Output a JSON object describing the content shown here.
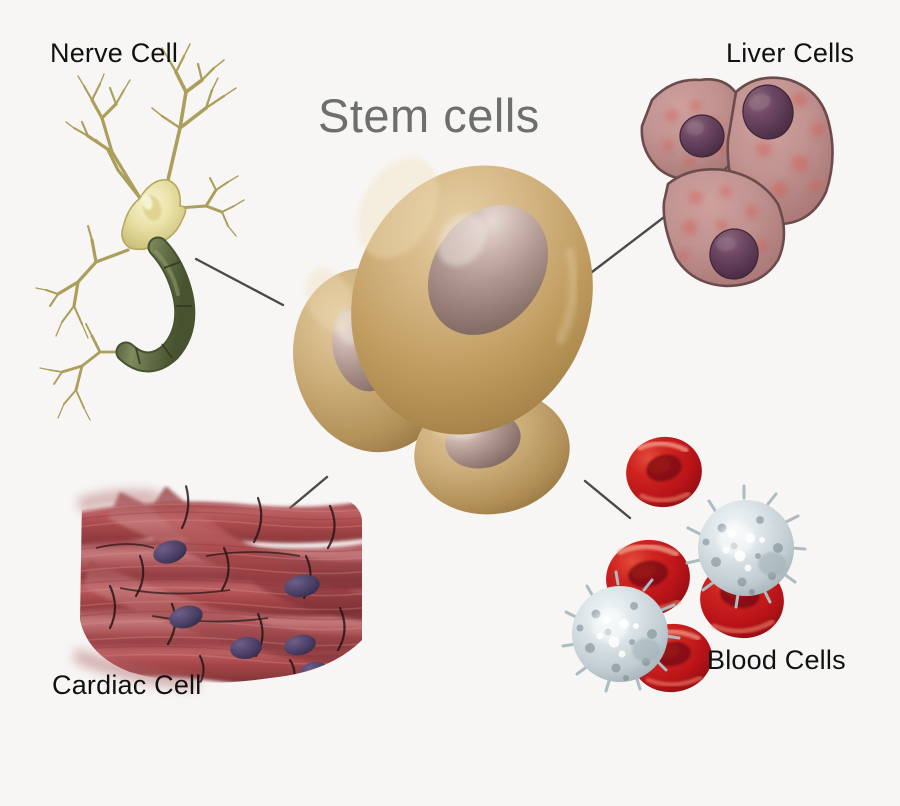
{
  "diagram": {
    "title": "Stem cells",
    "title_color": "#6e6e6e",
    "background_color": "#f7f6f5",
    "label_color": "#111111",
    "connector_color": "#4a4a4a"
  },
  "labels": {
    "nerve": "Nerve Cell",
    "liver": "Liver Cells",
    "cardiac": "Cardiac Cell",
    "blood": "Blood Cells"
  },
  "cell_groups": [
    {
      "id": "stem-cells",
      "name": "Stem cells",
      "count": 3,
      "cytoplasm_color": "#c3a268",
      "cytoplasm_highlight": "#e0c79a",
      "cytoplasm_shadow": "#8d6f3c",
      "nucleus_color": "#9a8078",
      "nucleus_highlight": "#ded0ca",
      "position": "center"
    },
    {
      "id": "nerve-cell",
      "name": "Nerve Cell",
      "count": 1,
      "soma_color": "#e8e0a4",
      "soma_highlight": "#f5f0cf",
      "dendrite_color": "#a89a53",
      "axon_color": "#5f6b44",
      "axon_highlight": "#7d8a5c",
      "position": "top-left"
    },
    {
      "id": "liver-cells",
      "name": "Liver Cells",
      "count": 3,
      "cytoplasm_color": "#bf8c8c",
      "cytoplasm_highlight": "#d4a8a6",
      "granule_color": "#d4544a",
      "nucleus_color": "#5c3a52",
      "outline_color": "#6b4b4b",
      "position": "top-right"
    },
    {
      "id": "cardiac-cell",
      "name": "Cardiac Cell",
      "count": 1,
      "fiber_color": "#a8474a",
      "fiber_highlight": "#c77173",
      "fiber_shadow": "#7c2f34",
      "nucleus_color": "#4b3f66",
      "disc_color": "#2b1a1a",
      "position": "bottom-left"
    },
    {
      "id": "blood-cells",
      "name": "Blood Cells",
      "count": 6,
      "red_cell_count": 4,
      "white_cell_count": 2,
      "red_color": "#c8161a",
      "red_shadow": "#8f1216",
      "red_highlight": "#f06a55",
      "white_color": "#c8d2d6",
      "white_highlight": "#f2f6f7",
      "white_speck": "#6d7e86",
      "position": "bottom-right"
    }
  ],
  "connectors": [
    {
      "id": "connector-nerve",
      "from": "stem-cells",
      "to": "nerve-cell"
    },
    {
      "id": "connector-liver",
      "from": "stem-cells",
      "to": "liver-cells"
    },
    {
      "id": "connector-cardiac",
      "from": "stem-cells",
      "to": "cardiac-cell"
    },
    {
      "id": "connector-blood",
      "from": "stem-cells",
      "to": "blood-cells"
    }
  ]
}
